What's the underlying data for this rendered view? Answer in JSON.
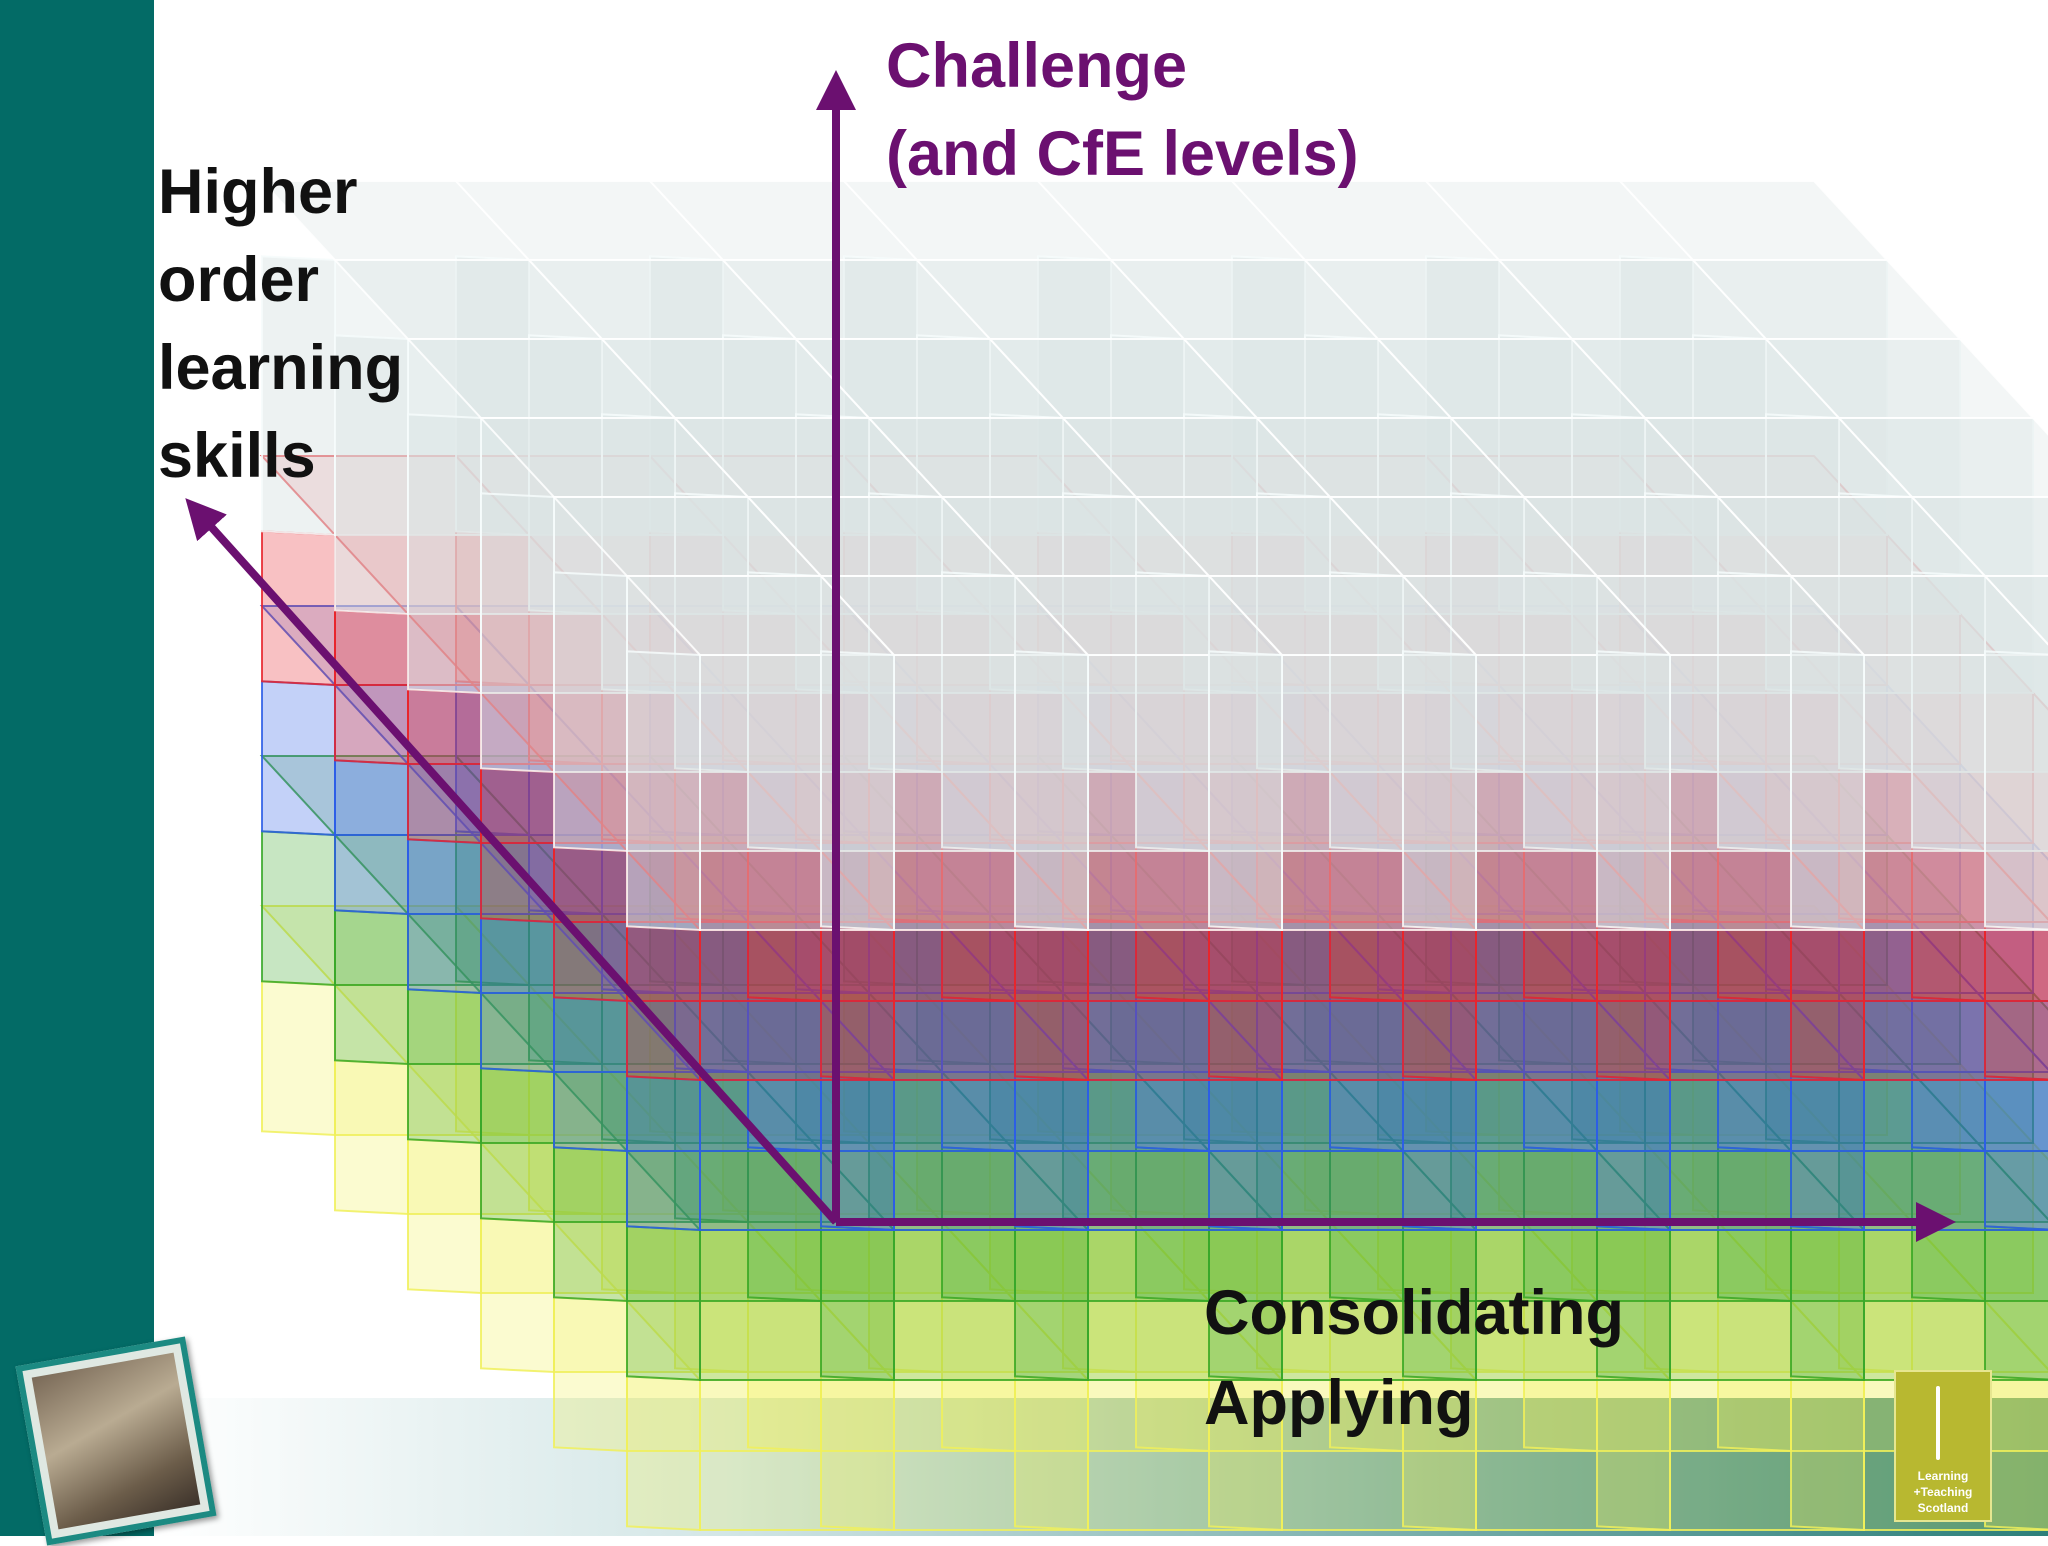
{
  "axes": {
    "vertical": {
      "title_line1": "Challenge",
      "title_line2": "(and CfE levels)"
    },
    "depth": {
      "lines": [
        "Higher",
        "order",
        "learning",
        "skills"
      ]
    },
    "horizontal": {
      "lines": [
        "Consolidating",
        "Applying"
      ]
    }
  },
  "layers": [
    {
      "color": "#f0f05a",
      "name": "yellow"
    },
    {
      "color": "#3aa82a",
      "name": "green"
    },
    {
      "color": "#2d5ee6",
      "name": "blue"
    },
    {
      "color": "#e8262d",
      "name": "red"
    },
    {
      "color": "#dbe5e5",
      "name": "clear"
    }
  ],
  "colors": {
    "axis": "#6b1070",
    "sidebar": "#036b66",
    "title": "#6b1070",
    "text": "#111111"
  },
  "logo": {
    "lines": [
      "Learning",
      "+Teaching",
      "Scotland"
    ]
  },
  "photo": {
    "icon": "children-photo"
  }
}
